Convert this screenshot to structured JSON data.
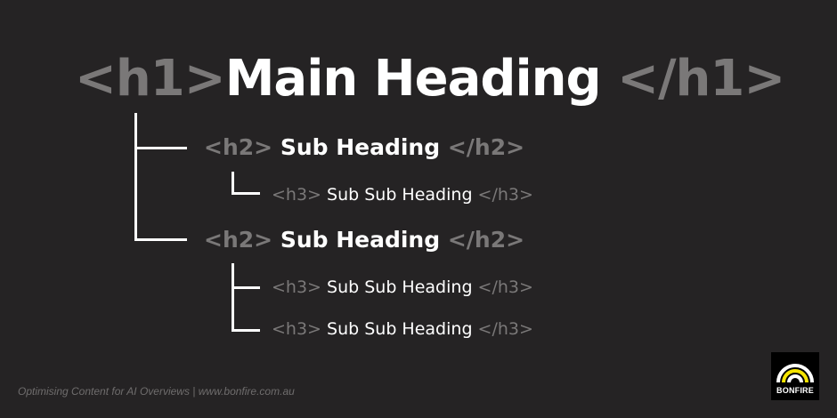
{
  "h1": {
    "open_tag": "<h1>",
    "title": "Main Heading",
    "close_tag": "</h1>"
  },
  "sections": [
    {
      "h2": {
        "open_tag": "<h2>",
        "title": "Sub Heading",
        "close_tag": "</h2>"
      },
      "children": [
        {
          "open_tag": "<h3>",
          "title": "Sub Sub Heading",
          "close_tag": "</h3>"
        }
      ]
    },
    {
      "h2": {
        "open_tag": "<h2>",
        "title": "Sub Heading",
        "close_tag": "</h2>"
      },
      "children": [
        {
          "open_tag": "<h3>",
          "title": "Sub Sub Heading",
          "close_tag": "</h3>"
        },
        {
          "open_tag": "<h3>",
          "title": "Sub Sub Heading",
          "close_tag": "</h3>"
        }
      ]
    }
  ],
  "footer": {
    "text": "Optimising Content for AI Overviews | www.bonfire.com.au"
  },
  "logo": {
    "text": "BONFIRE",
    "accent": "#f5e400"
  },
  "colors": {
    "background": "#252324",
    "tag": "#7a7878",
    "text": "#ffffff"
  }
}
